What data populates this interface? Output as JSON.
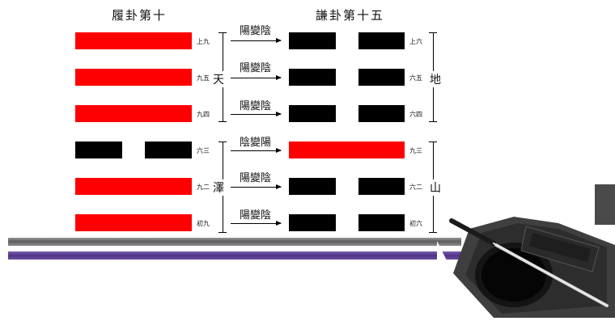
{
  "left_hexagram_title": "履卦第十",
  "right_hexagram_title": "謙卦第十五",
  "lines": [
    {
      "pos_left": "上九",
      "pos_right": "上六",
      "change": "陽變陰",
      "left_type": "yang",
      "right_type": "yin"
    },
    {
      "pos_left": "九五",
      "pos_right": "六五",
      "change": "陽變陰",
      "left_type": "yang",
      "right_type": "yin"
    },
    {
      "pos_left": "九四",
      "pos_right": "六四",
      "change": "陽變陰",
      "left_type": "yang",
      "right_type": "yin"
    },
    {
      "pos_left": "六三",
      "pos_right": "九三",
      "change": "陰變陽",
      "left_type": "yin",
      "right_type": "yang"
    },
    {
      "pos_left": "九二",
      "pos_right": "六二",
      "change": "陽變陰",
      "left_type": "yang",
      "right_type": "yin"
    },
    {
      "pos_left": "初九",
      "pos_right": "初六",
      "change": "陽變陰",
      "left_type": "yang",
      "right_type": "yin"
    }
  ],
  "trigrams": {
    "left_upper": "天",
    "left_lower": "澤",
    "right_upper": "地",
    "right_lower": "山"
  },
  "colors": {
    "yang_bar": "#ff0000",
    "yin_bar": "#000000",
    "rule_gray": "#6e6e6e",
    "rule_purple": "#5b3f8c"
  },
  "decoration": "ink-stone-and-brush"
}
